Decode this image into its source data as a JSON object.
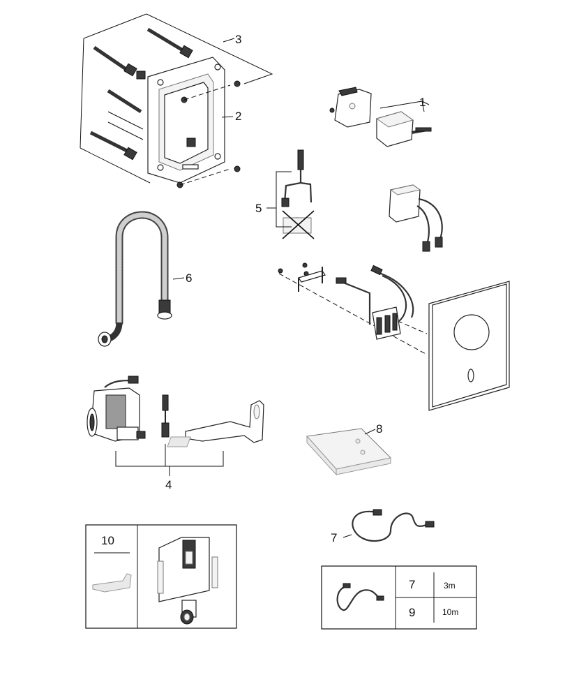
{
  "parts": {
    "label_1": "1",
    "label_2": "2",
    "label_3": "3",
    "label_4": "4",
    "label_5": "5",
    "label_6": "6",
    "label_7": "7",
    "label_8": "8"
  },
  "accessory_box": {
    "label": "10"
  },
  "cable_table": {
    "rows": [
      {
        "number": "7",
        "length": "3m"
      },
      {
        "number": "9",
        "length": "10m"
      }
    ]
  }
}
